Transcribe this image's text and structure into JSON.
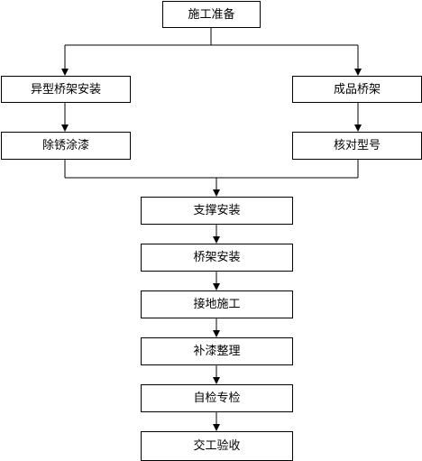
{
  "flowchart": {
    "nodes": {
      "prep": "施工准备",
      "special_install": "异型桥架安装",
      "finished": "成品桥架",
      "derust": "除锈涂漆",
      "model_check": "核对型号",
      "support_install": "支撑安装",
      "tray_install": "桥架安装",
      "grounding": "接地施工",
      "touch_up": "补漆整理",
      "self_check": "自检专检",
      "handover": "交工验收"
    },
    "edges": [
      [
        "prep",
        "special_install"
      ],
      [
        "prep",
        "finished"
      ],
      [
        "special_install",
        "derust"
      ],
      [
        "finished",
        "model_check"
      ],
      [
        "derust",
        "support_install"
      ],
      [
        "model_check",
        "support_install"
      ],
      [
        "support_install",
        "tray_install"
      ],
      [
        "tray_install",
        "grounding"
      ],
      [
        "grounding",
        "touch_up"
      ],
      [
        "touch_up",
        "self_check"
      ],
      [
        "self_check",
        "handover"
      ]
    ],
    "colors": {
      "line": "#000000",
      "box_border": "#000000",
      "box_fill": "#ffffff",
      "text": "#000000"
    }
  }
}
